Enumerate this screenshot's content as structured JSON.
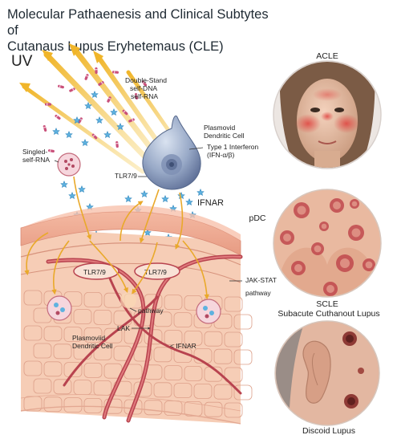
{
  "title": {
    "line1": "Molecular Pathaenesis and Clinical Subtytes of",
    "line2": "Cutanaus Lupus Eryhetemaus (CLE)"
  },
  "labels": {
    "uv": "UV",
    "dsdna": "Double-Stand",
    "dsdna2": "self-DNA",
    "dsdna3": "self-RNA",
    "pdc1": "Plasmovid",
    "pdc2": "Dendritic Cell",
    "ifn1": "Type 1 Interferon",
    "ifn2": "(IFN-α/β)",
    "ssrna1": "Singled-",
    "ssrna2": "self-RNA",
    "tlr_upper": "TLR7/9",
    "ifnar_upper": "IFNAR",
    "tlr_left": "TLR7/9",
    "tlr_right": "TLR7/9",
    "jakstat1": "JAK-STAT",
    "jakstat2": "pathway",
    "pathway_mid": "pathway",
    "lak": "LAK",
    "pdc_low1": "Plasmoviid",
    "pdc_low2": "Dendritic Cell",
    "ifnar_low": "< IFNAR"
  },
  "panels": {
    "acle": "ACLE",
    "pdc": "pDC",
    "scle1": "SCLE",
    "scle2": "Subacute Cuthanout Lupus",
    "discoid": "Discoid Lupus"
  },
  "colors": {
    "uv_ray": "#f2bf3c",
    "skin": "#f0b39b",
    "dermis": "#f6c8b0",
    "vessel": "#c4515a",
    "pdc_cell": "#8d9fbf",
    "interferon": "#5fb2e0",
    "rash": "#d84c4c"
  }
}
